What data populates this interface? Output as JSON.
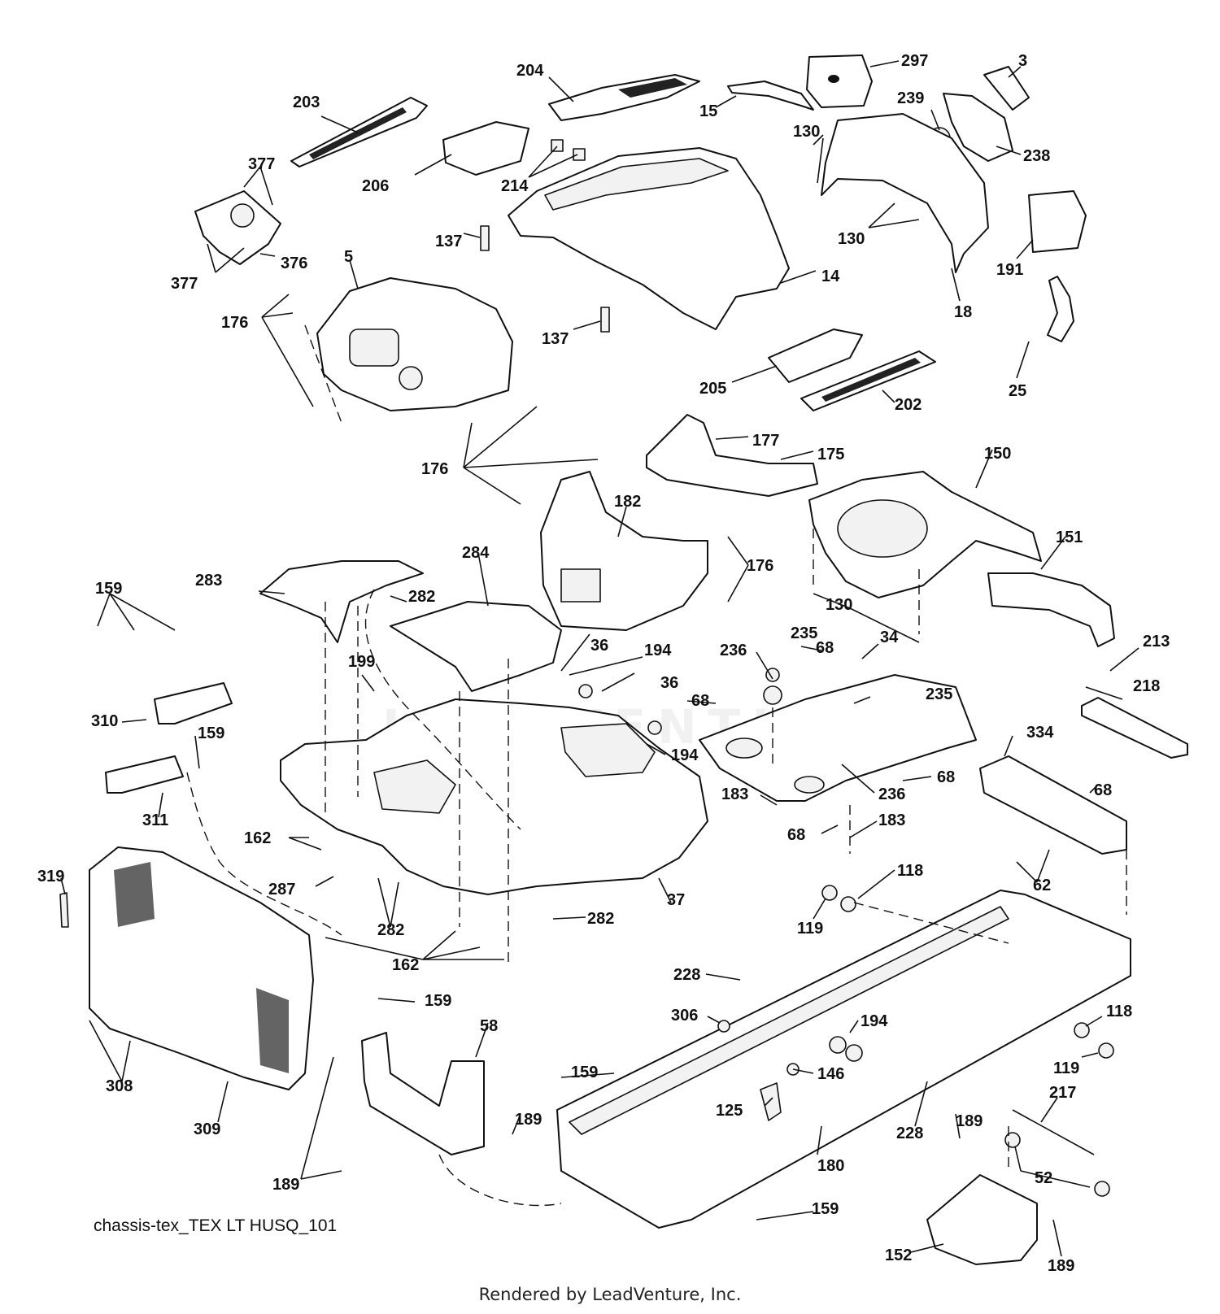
{
  "diagram": {
    "caption": "chassis-tex_TEX LT HUSQ_101",
    "footer": "Rendered by LeadVenture, Inc.",
    "watermark": "LEADVENTURE",
    "callouts": [
      {
        "id": "c203",
        "text": "203"
      },
      {
        "id": "c204",
        "text": "204"
      },
      {
        "id": "c15",
        "text": "15"
      },
      {
        "id": "c297",
        "text": "297"
      },
      {
        "id": "c3",
        "text": "3"
      },
      {
        "id": "c239",
        "text": "239"
      },
      {
        "id": "c238",
        "text": "238"
      },
      {
        "id": "c130a",
        "text": "130"
      },
      {
        "id": "c130b",
        "text": "130"
      },
      {
        "id": "c206",
        "text": "206"
      },
      {
        "id": "c214",
        "text": "214"
      },
      {
        "id": "c377a",
        "text": "377"
      },
      {
        "id": "c377b",
        "text": "377"
      },
      {
        "id": "c376",
        "text": "376"
      },
      {
        "id": "c137a",
        "text": "137"
      },
      {
        "id": "c137b",
        "text": "137"
      },
      {
        "id": "c14",
        "text": "14"
      },
      {
        "id": "c5",
        "text": "5"
      },
      {
        "id": "c176a",
        "text": "176"
      },
      {
        "id": "c18",
        "text": "18"
      },
      {
        "id": "c191",
        "text": "191"
      },
      {
        "id": "c25",
        "text": "25"
      },
      {
        "id": "c205",
        "text": "205"
      },
      {
        "id": "c202",
        "text": "202"
      },
      {
        "id": "c177",
        "text": "177"
      },
      {
        "id": "c175",
        "text": "175"
      },
      {
        "id": "c176b",
        "text": "176"
      },
      {
        "id": "c150",
        "text": "150"
      },
      {
        "id": "c182",
        "text": "182"
      },
      {
        "id": "c176c",
        "text": "176"
      },
      {
        "id": "c151",
        "text": "151"
      },
      {
        "id": "c284",
        "text": "284"
      },
      {
        "id": "c283",
        "text": "283"
      },
      {
        "id": "c282a",
        "text": "282"
      },
      {
        "id": "c159a",
        "text": "159"
      },
      {
        "id": "c130c",
        "text": "130"
      },
      {
        "id": "c235a",
        "text": "235"
      },
      {
        "id": "c36a",
        "text": "36"
      },
      {
        "id": "c194a",
        "text": "194"
      },
      {
        "id": "c36b",
        "text": "36"
      },
      {
        "id": "c68a",
        "text": "68"
      },
      {
        "id": "c34",
        "text": "34"
      },
      {
        "id": "c213",
        "text": "213"
      },
      {
        "id": "c236a",
        "text": "236"
      },
      {
        "id": "c235b",
        "text": "235"
      },
      {
        "id": "c218",
        "text": "218"
      },
      {
        "id": "c310",
        "text": "310"
      },
      {
        "id": "c199",
        "text": "199"
      },
      {
        "id": "c68b",
        "text": "68"
      },
      {
        "id": "c194b",
        "text": "194"
      },
      {
        "id": "c159b",
        "text": "159"
      },
      {
        "id": "c334",
        "text": "334"
      },
      {
        "id": "c183a",
        "text": "183"
      },
      {
        "id": "c236b",
        "text": "236"
      },
      {
        "id": "c68c",
        "text": "68"
      },
      {
        "id": "c68d",
        "text": "68"
      },
      {
        "id": "c311",
        "text": "311"
      },
      {
        "id": "c68e",
        "text": "68"
      },
      {
        "id": "c183b",
        "text": "183"
      },
      {
        "id": "c162a",
        "text": "162"
      },
      {
        "id": "c62",
        "text": "62"
      },
      {
        "id": "c319",
        "text": "319"
      },
      {
        "id": "c287",
        "text": "287"
      },
      {
        "id": "c118a",
        "text": "118"
      },
      {
        "id": "c37",
        "text": "37"
      },
      {
        "id": "c119a",
        "text": "119"
      },
      {
        "id": "c282b",
        "text": "282"
      },
      {
        "id": "c282c",
        "text": "282"
      },
      {
        "id": "c162b",
        "text": "162"
      },
      {
        "id": "c228a",
        "text": "228"
      },
      {
        "id": "c159c",
        "text": "159"
      },
      {
        "id": "c306",
        "text": "306"
      },
      {
        "id": "c194c",
        "text": "194"
      },
      {
        "id": "c118b",
        "text": "118"
      },
      {
        "id": "c58",
        "text": "58"
      },
      {
        "id": "c146",
        "text": "146"
      },
      {
        "id": "c119b",
        "text": "119"
      },
      {
        "id": "c308",
        "text": "308"
      },
      {
        "id": "c159d",
        "text": "159"
      },
      {
        "id": "c125",
        "text": "125"
      },
      {
        "id": "c217",
        "text": "217"
      },
      {
        "id": "c189a",
        "text": "189"
      },
      {
        "id": "c309",
        "text": "309"
      },
      {
        "id": "c228b",
        "text": "228"
      },
      {
        "id": "c189b",
        "text": "189"
      },
      {
        "id": "c189c",
        "text": "189"
      },
      {
        "id": "c180",
        "text": "180"
      },
      {
        "id": "c52",
        "text": "52"
      },
      {
        "id": "c159e",
        "text": "159"
      },
      {
        "id": "c152",
        "text": "152"
      },
      {
        "id": "c189d",
        "text": "189"
      }
    ]
  }
}
